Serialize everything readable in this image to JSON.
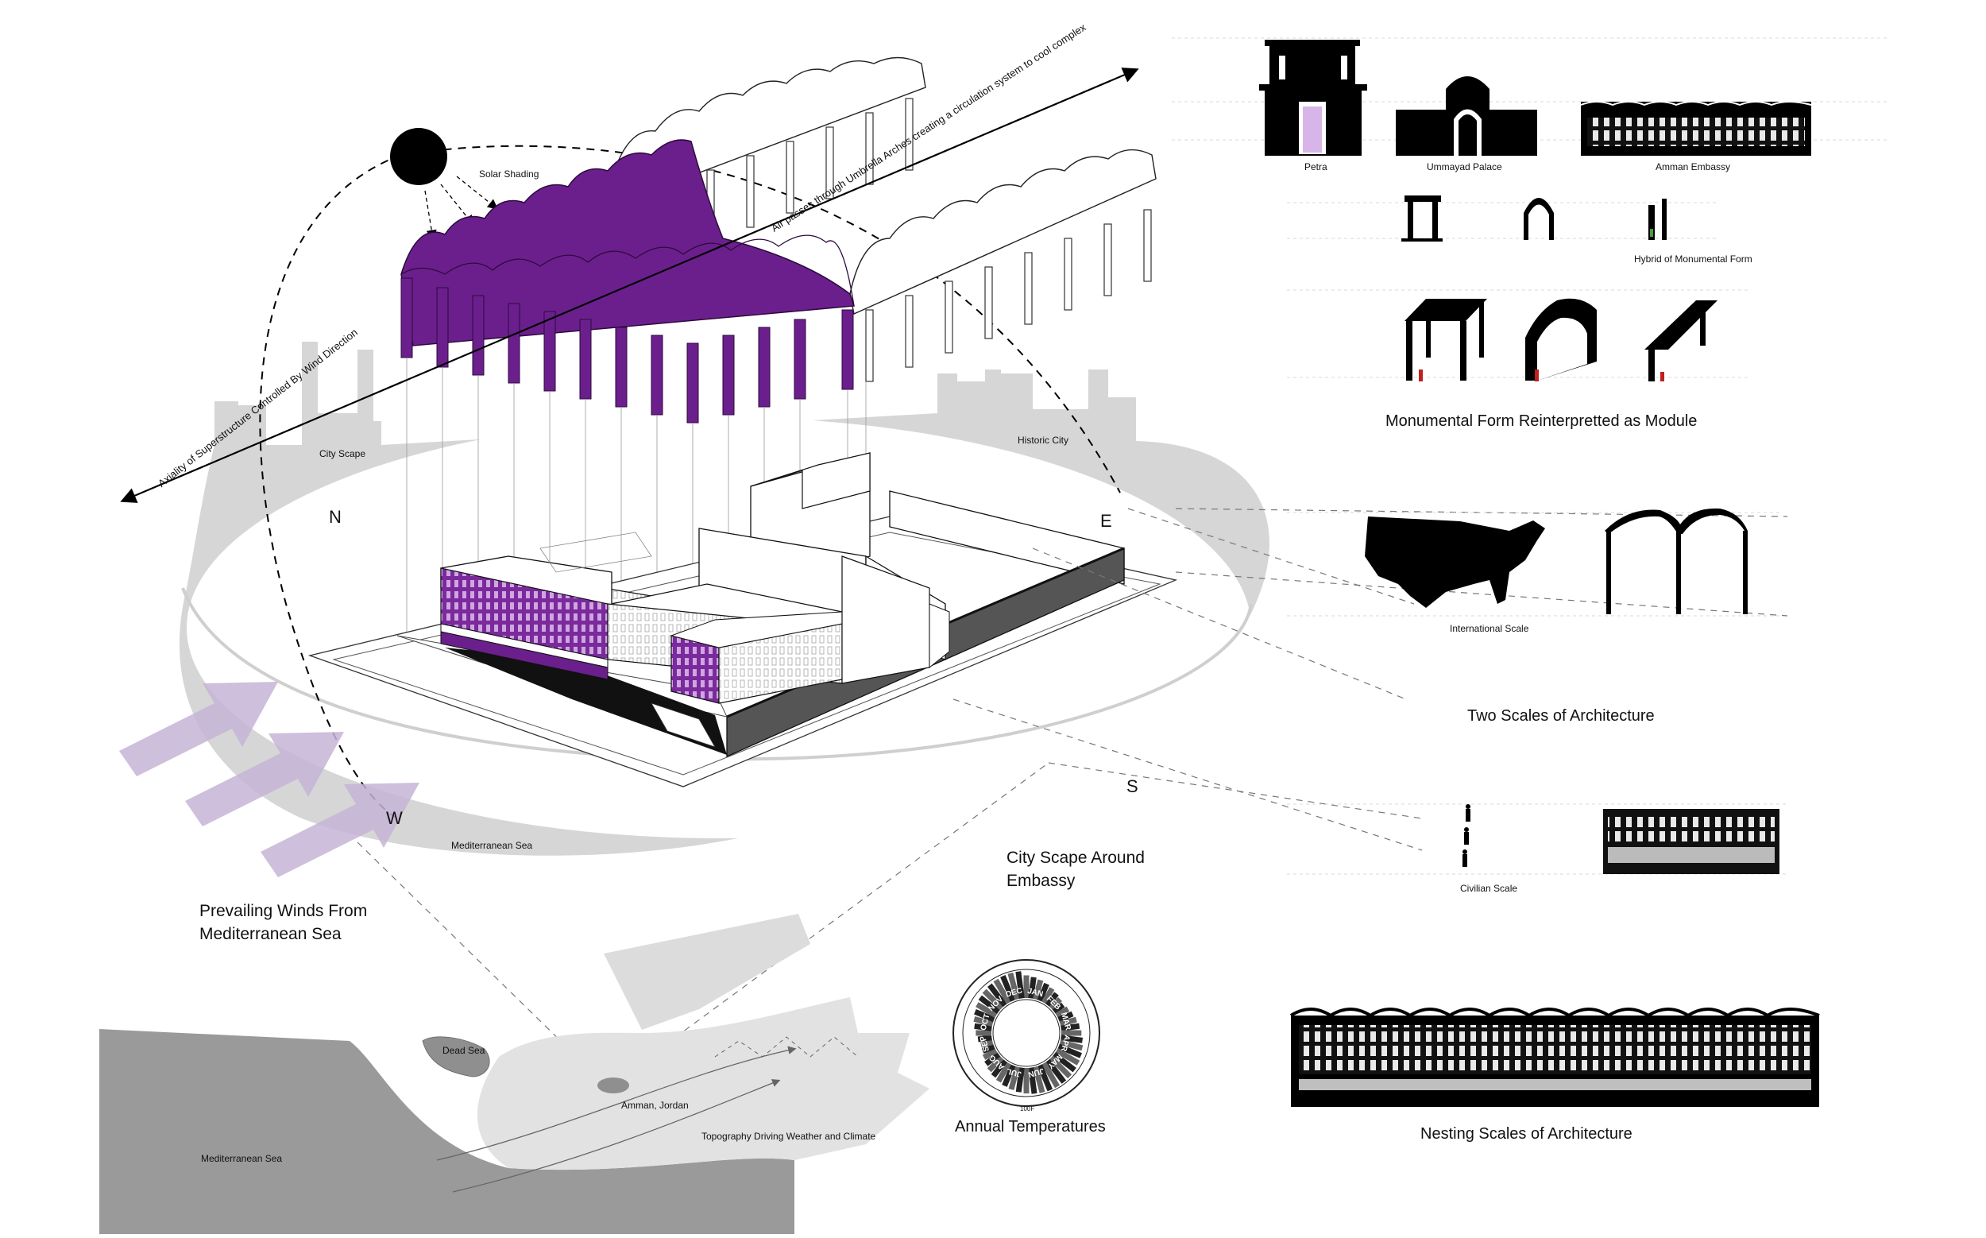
{
  "labels": {
    "solar_shading": "Solar Shading",
    "wind_axis": "Air passes through Umbrella Arches creating a circulation system to cool complex",
    "superstructure_axis": "Axiality of Superstructure Controlled By Wind Direction",
    "city_scape": "City Scape",
    "historic_city": "Historic City",
    "mediterranean_sea_upper": "Mediterranean Sea",
    "prevailing_winds": "Prevailing Winds From Mediterranean Sea",
    "city_scape_around": "City Scape Around Embassy",
    "dead_sea": "Dead Sea",
    "amman": "Amman, Jordan",
    "topography": "Topography Driving Weather and Climate",
    "mediterranean_sea_lower": "Mediterranean Sea",
    "annual_temperatures": "Annual Temperatures"
  },
  "compass": {
    "north": "N",
    "east": "E",
    "south": "S",
    "west": "W"
  },
  "right_panel": {
    "petra": "Petra",
    "ummayad": "Ummayad Palace",
    "amman_embassy": "Amman Embassy",
    "hybrid": "Hybrid of Monumental Form",
    "module_title": "Monumental Form Reinterpretted as Module",
    "international_scale": "International Scale",
    "two_scales": "Two Scales of Architecture",
    "civilian_scale": "Civilian Scale",
    "nesting": "Nesting Scales of Architecture"
  },
  "temperature_wheel": {
    "months": [
      "JAN",
      "FEB",
      "MAR",
      "APR",
      "MAY",
      "JUN",
      "JUL",
      "AUG",
      "SEP",
      "OCT",
      "NOV",
      "DEC"
    ],
    "scale_label": "100F"
  },
  "colors": {
    "accent_purple": "#6b1f8c",
    "wind_arrow": "#c6b4d6",
    "cityscape_gray": "#d4d4d4",
    "map_land": "#e2e2e2",
    "map_sea": "#9a9a9a"
  }
}
